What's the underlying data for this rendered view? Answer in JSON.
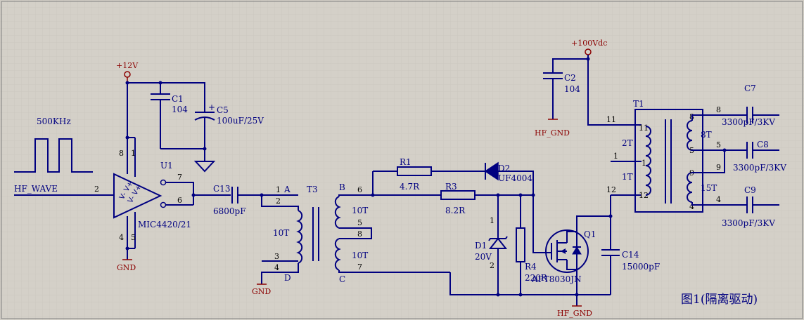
{
  "title": "图1(隔离驱动)",
  "signal": {
    "freq": "500KHz",
    "net": "HF_WAVE"
  },
  "power": {
    "v12": "+12V",
    "v100": "+100Vdc",
    "gnd": "GND",
    "hf_gnd": "HF_GND"
  },
  "u1": {
    "ref": "U1",
    "part": "MIC4420/21",
    "pins": [
      "2",
      "8",
      "1",
      "4",
      "5",
      "7",
      "6"
    ]
  },
  "c1": {
    "ref": "C1",
    "value": "104"
  },
  "c5": {
    "ref": "C5",
    "value": "100uF/25V"
  },
  "c13": {
    "ref": "C13",
    "value": "6800pF"
  },
  "t3": {
    "ref": "T3",
    "a": "A",
    "b": "B",
    "c": "C",
    "d": "D",
    "primary": "10T",
    "sec1": "10T",
    "sec2": "10T",
    "pins": [
      "1",
      "2",
      "3",
      "4",
      "6",
      "5",
      "8",
      "7"
    ]
  },
  "r1": {
    "ref": "R1",
    "value": "4.7R"
  },
  "r3": {
    "ref": "R3",
    "value": "8.2R"
  },
  "r4": {
    "ref": "R4",
    "value": "220R"
  },
  "d1": {
    "ref": "D1",
    "value": "20V",
    "pins": [
      "1",
      "2"
    ]
  },
  "d2": {
    "ref": "D2",
    "value": "UF4004"
  },
  "q1": {
    "ref": "Q1",
    "part": "APT8030JN"
  },
  "c2": {
    "ref": "C2",
    "value": "104"
  },
  "c14": {
    "ref": "C14",
    "value": "15000pF"
  },
  "t1": {
    "ref": "T1",
    "w2t": "2T",
    "w1t": "1T",
    "w8t": "8T",
    "w15t": "15T",
    "pins": [
      "11",
      "1",
      "12",
      "8",
      "5",
      "9",
      "4"
    ],
    "net_pins": [
      "11",
      "1",
      "12",
      "8",
      "5",
      "9",
      "4"
    ]
  },
  "c7": {
    "ref": "C7",
    "value": "3300pF/3KV"
  },
  "c8": {
    "ref": "C8",
    "value": "3300pF/3KV"
  },
  "c9": {
    "ref": "C9",
    "value": "3300pF/3KV"
  },
  "colors": {
    "background": "#d4d0c8",
    "wire": "#000080",
    "power": "#8b0000",
    "grid": "#b8b4ac"
  }
}
